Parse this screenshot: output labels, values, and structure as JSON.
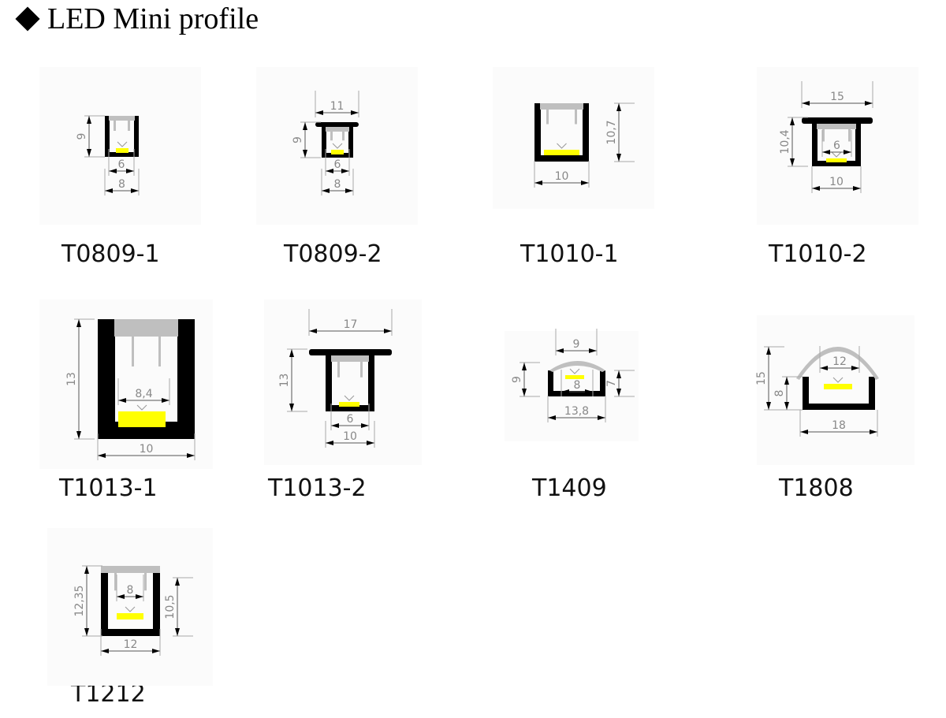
{
  "header": {
    "title": "LED Mini profile",
    "bullet_icon": "diamond-icon"
  },
  "colors": {
    "profile": "#000000",
    "diffuser": "#bfbfbf",
    "led": "#ffff00",
    "dimension": "#888888"
  },
  "profiles": [
    {
      "name": "T0809-1",
      "dimensions": [
        "9",
        "6",
        "8"
      ]
    },
    {
      "name": "T0809-2",
      "dimensions": [
        "11",
        "9",
        "6",
        "8"
      ]
    },
    {
      "name": "T1010-1",
      "dimensions": [
        "10,7",
        "10"
      ]
    },
    {
      "name": "T1010-2",
      "dimensions": [
        "15",
        "10,4",
        "6",
        "10"
      ]
    },
    {
      "name": "T1013-1",
      "dimensions": [
        "13",
        "8,4",
        "10"
      ]
    },
    {
      "name": "T1013-2",
      "dimensions": [
        "17",
        "13",
        "6",
        "10"
      ]
    },
    {
      "name": "T1409",
      "dimensions": [
        "9",
        "9",
        "7",
        "8",
        "13,8"
      ]
    },
    {
      "name": "T1808",
      "dimensions": [
        "12",
        "15",
        "8",
        "18"
      ]
    },
    {
      "name": "T1212",
      "dimensions": [
        "12,35",
        "10,5",
        "8",
        "12"
      ]
    }
  ]
}
